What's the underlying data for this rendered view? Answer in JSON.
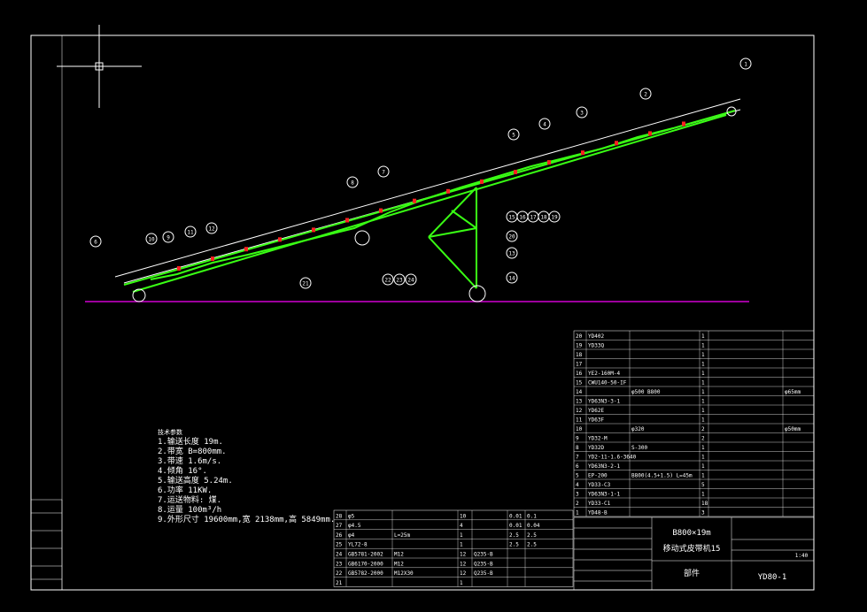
{
  "drawing": {
    "callouts": [
      "1",
      "2",
      "3",
      "4",
      "5",
      "6",
      "7",
      "8",
      "9",
      "10",
      "11",
      "12",
      "13",
      "14",
      "15",
      "16",
      "17",
      "18",
      "19",
      "20",
      "21",
      "22",
      "23",
      "24"
    ],
    "notes_title": "技术参数",
    "notes": [
      "1.输送长度 19m.",
      "2.带宽 B=800mm.",
      "3.带速 1.6m/s.",
      "4.倾角 16°.",
      "5.输送高度 5.24m.",
      "6.功率 11KW.",
      "7.运送物料: 煤.",
      "8.运量 100m³/h",
      "9.外形尺寸 19600mm,宽 2138mm,高 5849mm."
    ]
  },
  "parts_table_right": {
    "rows": [
      [
        "20",
        "YD402",
        "",
        "1",
        "",
        ""
      ],
      [
        "19",
        "YD33Q",
        "",
        "1",
        "",
        ""
      ],
      [
        "18",
        "",
        "",
        "1",
        "",
        ""
      ],
      [
        "17",
        "",
        "",
        "1",
        "",
        ""
      ],
      [
        "16",
        "YE2-160M-4",
        "",
        "1",
        "",
        ""
      ],
      [
        "15",
        "CWU140-50-IF",
        "",
        "1",
        "",
        ""
      ],
      [
        "14",
        "",
        "φ500 B800",
        "1",
        "",
        "φ65mm"
      ],
      [
        "13",
        "YD63N3-3-1",
        "",
        "1",
        "",
        ""
      ],
      [
        "12",
        "YD62E",
        "",
        "1",
        "",
        ""
      ],
      [
        "11",
        "YD63F",
        "",
        "1",
        "",
        ""
      ],
      [
        "10",
        "",
        "φ320",
        "2",
        "",
        "φ50mm"
      ],
      [
        "9",
        "YD32-M",
        "",
        "2",
        "",
        ""
      ],
      [
        "8",
        "YD32D",
        "S-300",
        "1",
        "",
        ""
      ],
      [
        "7",
        "YD2-11-1.6-3640",
        "",
        "1",
        "",
        ""
      ],
      [
        "6",
        "YD63N3-2-1",
        "",
        "1",
        "",
        ""
      ],
      [
        "5",
        "EP-200",
        "B800(4.5+1.5) L=45m",
        "1",
        "",
        ""
      ],
      [
        "4",
        "YD33-C3",
        "",
        "5",
        "",
        ""
      ],
      [
        "3",
        "YD63N3-1-1",
        "",
        "1",
        "",
        ""
      ],
      [
        "2",
        "YD33-C1",
        "",
        "18",
        "",
        ""
      ],
      [
        "1",
        "YD48-B",
        "",
        "3",
        "",
        ""
      ]
    ]
  },
  "parts_table_bottom": {
    "rows": [
      [
        "28",
        "φ5",
        "",
        "10",
        "",
        "0.01",
        "0.1"
      ],
      [
        "27",
        "φ4.5",
        "",
        "4",
        "",
        "0.01",
        "0.04"
      ],
      [
        "26",
        "φ4",
        "L=25m",
        "1",
        "",
        "2.5",
        "2.5"
      ],
      [
        "25",
        "YL72-8",
        "",
        "1",
        "",
        "2.5",
        "2.5"
      ],
      [
        "24",
        "GB5781-2002",
        "M12",
        "12",
        "Q235-B",
        "",
        ""
      ],
      [
        "23",
        "GB6170-2000",
        "M12",
        "12",
        "Q235-B",
        "",
        ""
      ],
      [
        "22",
        "GB5782-2000",
        "M12X30",
        "12",
        "Q235-B",
        "",
        ""
      ],
      [
        "21",
        "",
        "",
        "1",
        "",
        "",
        ""
      ]
    ]
  },
  "title_block": {
    "product": "B800×19m",
    "name": "移动式皮带机15",
    "type": "部件",
    "drawing_no": "YD80-1",
    "scale": "1:40"
  },
  "colors": {
    "background": "#000000",
    "frame": "#ffffff",
    "structure": "#39ff14",
    "belt": "#ffffff",
    "ground": "#d000d0",
    "accent": "#ff2020",
    "wheel": "#ffffff",
    "support": "#ffff40"
  }
}
